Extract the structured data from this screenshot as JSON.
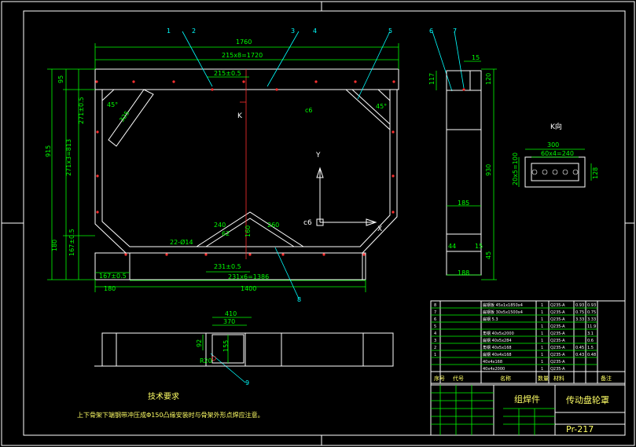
{
  "main_view": {
    "dims": {
      "overall_1760": "1760",
      "pitch_215x8": "215x8=1720",
      "pitch_215": "215±0.5",
      "left_95": "95",
      "left_271": "271±0.5",
      "left_271x3": "271x3=813",
      "left_915": "915",
      "left_180": "180",
      "left_167": "167±0.5",
      "bottom_167": "167±0.5",
      "bottom_180": "180",
      "bottom_1400": "1400",
      "bottom_231": "231±0.5",
      "bottom_231x6": "231x6=1386",
      "angle_45_left": "45°",
      "angle_45_right": "45°",
      "chamfer_325": "325",
      "holes": "22-Ø14",
      "v_240": "240",
      "v_260": "260",
      "v_160": "160",
      "v_62": "62",
      "label_c6_top": "c6",
      "label_c6_axis": "c6",
      "axis_y": "Y",
      "axis_x": "X",
      "label_k": "K"
    },
    "callouts": [
      "1",
      "2",
      "3",
      "4",
      "5",
      "6",
      "7",
      "8",
      "9"
    ]
  },
  "side_view": {
    "dims": {
      "top_15": "15",
      "left_117": "117",
      "right_120": "120",
      "right_930": "930",
      "inner_185": "185",
      "bottom_188": "188",
      "bottom_44": "44",
      "bottom_45": "45",
      "bottom_15": "15"
    }
  },
  "detail_k": {
    "title": "K向",
    "dims": {
      "width_300": "300",
      "pitch_60x4": "60x4=240",
      "left_20x5": "20x5=100",
      "right_128": "128"
    }
  },
  "bottom_view": {
    "dims": {
      "d_410": "410",
      "d_370": "370",
      "d_155": "155",
      "d_92": "92",
      "d_r20": "R20"
    }
  },
  "notes": {
    "title": "技术要求",
    "text": "上下骨架下端钢带冲压成Φ150凸缘安装时与骨架外形点焊应注意。"
  },
  "title_block": {
    "part_group": "组焊件",
    "drawing_name": "传动盘轮罩",
    "drawing_code": "Pr-217",
    "headers": [
      "序号",
      "代号",
      "名称",
      "数量",
      "材料",
      "备注"
    ],
    "bom_rows": [
      [
        "8",
        "",
        "扁钢板 45x1x1850x4",
        "1",
        "Q235-A",
        "0.93",
        "0.93"
      ],
      [
        "7",
        "",
        "扁钢板 30x5x1500x4",
        "1",
        "Q235-A",
        "0.75",
        "0.75"
      ],
      [
        "6",
        "",
        "扁钢 5.3",
        "1",
        "Q235-A",
        "3.33",
        "3.33"
      ],
      [
        "5",
        "",
        "",
        "1",
        "Q235-A",
        "",
        "11.9"
      ],
      [
        "4",
        "",
        "角钢 40x5x2000",
        "1",
        "Q235-A",
        "",
        "3.1"
      ],
      [
        "3",
        "",
        "扁钢 40x5x284",
        "1",
        "Q235-A",
        "",
        "0.6"
      ],
      [
        "2",
        "",
        "角钢 40x5x168",
        "1",
        "Q235-A",
        "0.45",
        "1.5"
      ],
      [
        "1",
        "",
        "扁钢 40x4x168",
        "1",
        "Q235-A",
        "0.43",
        "0.48"
      ],
      [
        "",
        "",
        "40x4x168",
        "1",
        "Q235-A",
        "",
        ""
      ],
      [
        "",
        "",
        "40x4x2000",
        "1",
        "Q235-A",
        "",
        ""
      ]
    ]
  }
}
